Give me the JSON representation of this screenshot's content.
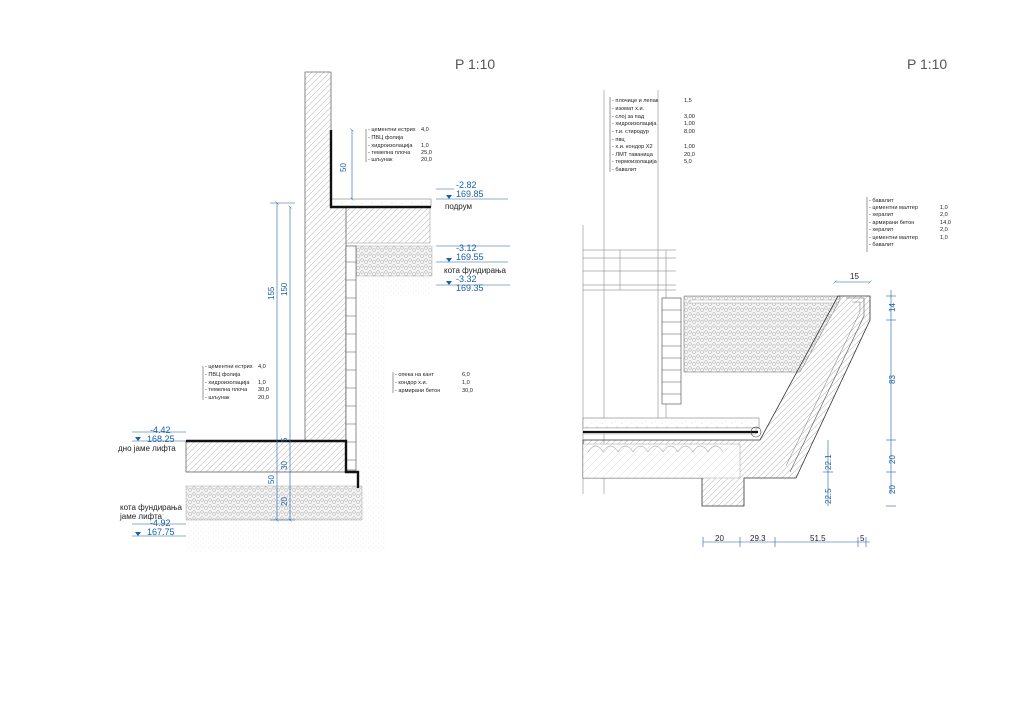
{
  "left_detail": {
    "scale": "P 1:10",
    "upper_layers": [
      {
        "name": "- цементни естрих",
        "value": "4,0"
      },
      {
        "name": "- ПВЦ фолија",
        "value": ""
      },
      {
        "name": "- хидроизолација",
        "value": "1,0"
      },
      {
        "name": "- темелна плоча",
        "value": "25,0"
      },
      {
        "name": "- шљунак",
        "value": "20,0"
      }
    ],
    "pit_layers": [
      {
        "name": "- цементни естрих",
        "value": "4,0"
      },
      {
        "name": "- ПВЦ фолија",
        "value": ""
      },
      {
        "name": "- хидроизолација",
        "value": "1,0"
      },
      {
        "name": "- темелна плоча",
        "value": "30,0"
      },
      {
        "name": "- шљунак",
        "value": "20,0"
      }
    ],
    "wall_layers": [
      {
        "name": "- опека на кант",
        "value": "6,0"
      },
      {
        "name": "- кондор х.и.",
        "value": "1,0"
      },
      {
        "name": "- армирани бетон",
        "value": "30,0"
      }
    ],
    "levels": [
      {
        "rel": "-2.82",
        "abs": "169.85",
        "name": "подрум"
      },
      {
        "rel": "-3.12",
        "abs": "169.55",
        "name": "кота фундирања"
      },
      {
        "rel": "-3.32",
        "abs": "169.35",
        "name": ""
      },
      {
        "rel": "-4.42",
        "abs": "168.25",
        "name": "дно јаме лифта"
      },
      {
        "rel": "-4.92",
        "abs": "167.75",
        "name": "кота фундирања\nјаме лифта"
      }
    ],
    "dimensions": [
      "50",
      "155",
      "150",
      "5",
      "30",
      "50",
      "20"
    ]
  },
  "right_detail": {
    "scale": "P 1:10",
    "floor_layers": [
      {
        "name": "- плочице и лепак",
        "value": "1,5"
      },
      {
        "name": "- изомат х.и.",
        "value": ""
      },
      {
        "name": "- слој за пад",
        "value": "3,00"
      },
      {
        "name": "- хидроизолација",
        "value": "1,00"
      },
      {
        "name": "- т.и. стиродур",
        "value": "8,00"
      },
      {
        "name": "- пвц",
        "value": ""
      },
      {
        "name": "- х.и. кондор Х2",
        "value": "1,00"
      },
      {
        "name": "- ЛМТ таваница",
        "value": "20,0"
      },
      {
        "name": "- термоизолација",
        "value": "5,0"
      },
      {
        "name": "- бавалит",
        "value": ""
      }
    ],
    "pool_layers": [
      {
        "name": "- бавалит",
        "value": ""
      },
      {
        "name": "- цементни малтер",
        "value": "1,0"
      },
      {
        "name": "- хералит",
        "value": "2,0"
      },
      {
        "name": "- армирани бетон",
        "value": "14,0"
      },
      {
        "name": "- хералит",
        "value": "2,0"
      },
      {
        "name": "- цементни малтер",
        "value": "1,0"
      },
      {
        "name": "- бавалит",
        "value": ""
      }
    ],
    "dims_top": [
      "15"
    ],
    "dims_right": [
      "14",
      "83",
      "20",
      "20"
    ],
    "dims_inner": [
      "22.1",
      "22.5"
    ],
    "dims_bottom": [
      "20",
      "29.3",
      "51.5",
      "5"
    ]
  }
}
